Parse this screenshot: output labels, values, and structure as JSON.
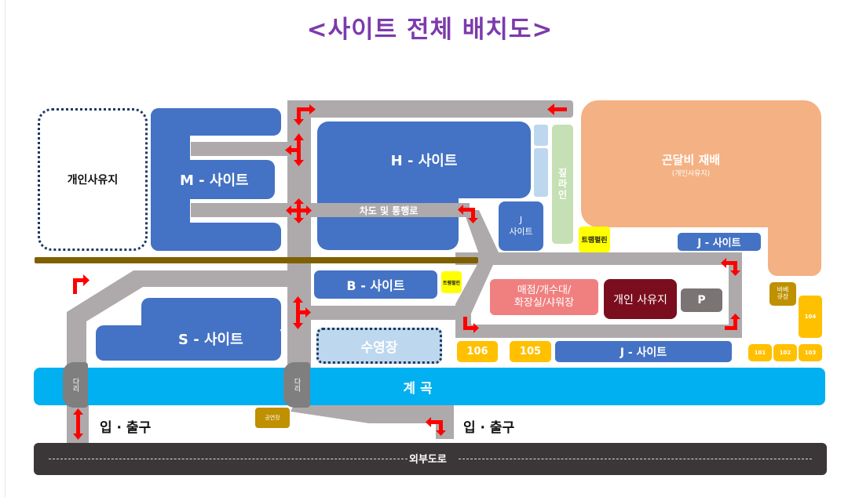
{
  "title": "<사이트 전체 배치도>",
  "areas": {
    "private_land_left": "개인사유지",
    "m_site": "M - 사이트",
    "h_site": "H - 사이트",
    "j_site_small_line1": "J",
    "j_site_small_line2": "사이트",
    "zipline": "짚라인",
    "gondalbi_title": "곤달비 재배",
    "gondalbi_sub": "(개인사유지)",
    "trampoline_1": "트램펄린",
    "trampoline_2": "트램펄린",
    "j_site_right": "J - 사이트",
    "driveway": "차도 및 통행로",
    "b_site": "B - 사이트",
    "s_site": "S - 사이트",
    "pool": "수영장",
    "store_line1": "매점/개수대/",
    "store_line2": "화장실/샤워장",
    "private_land_mid": "개인 사유지",
    "parking": "P",
    "bbq_line1": "바베",
    "bbq_line2": "큐장",
    "j_site_bottom": "J - 사이트",
    "stream": "계 곡",
    "bridge_1": "다리",
    "bridge_2": "다리",
    "performance_hall": "공연장",
    "entrance_1": "입 · 출구",
    "entrance_2": "입 · 출구",
    "outer_road": "외부도로"
  },
  "slots": {
    "s106": "106",
    "s105": "105",
    "s104": "104",
    "s101": "101",
    "s102": "102",
    "s103": "103"
  },
  "colors": {
    "title": "#7c3aad",
    "site_blue": "#4472c4",
    "road_gray": "#aeaaab",
    "orange": "#f4b183",
    "stream": "#00b0f0",
    "slot_yellow": "#ffc000",
    "trampoline": "#ffff00",
    "zipline_green": "#c5e0b4",
    "store_pink": "#f08080",
    "private_maroon": "#7b0e1e",
    "parking_gray": "#7a7474",
    "outer_road": "#3b3738",
    "fence_brown": "#7f6000",
    "bbq_gold": "#bf9000",
    "arrow_red": "#ff0000"
  }
}
